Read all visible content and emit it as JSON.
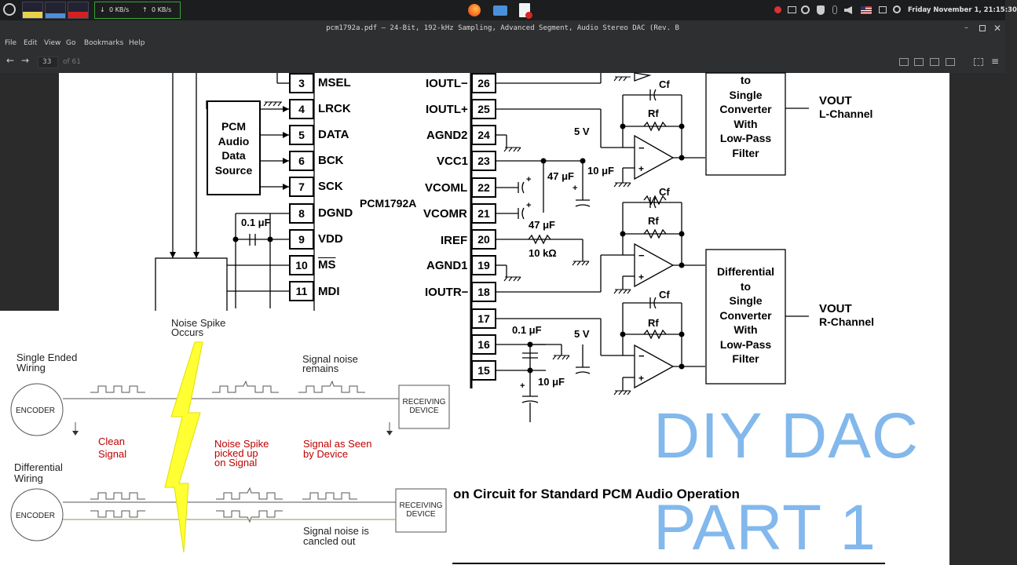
{
  "taskbar": {
    "net_down": "0 KB/s",
    "net_up": "0 KB/s",
    "clock": "Friday November 1, 21:15:30"
  },
  "window": {
    "title": "pcm1792a.pdf — 24-Bit, 192-kHz Sampling, Advanced Segment, Audio Stereo DAC (Rev. B"
  },
  "menu": [
    "File",
    "Edit",
    "View",
    "Go",
    "Bookmarks",
    "Help"
  ],
  "toolbar": {
    "page_number": "33",
    "page_total": "of 61"
  },
  "schematic": {
    "left_pins": [
      {
        "num": "3",
        "label": "MSEL"
      },
      {
        "num": "4",
        "label": "LRCK"
      },
      {
        "num": "5",
        "label": "DATA"
      },
      {
        "num": "6",
        "label": "BCK"
      },
      {
        "num": "7",
        "label": "SCK"
      },
      {
        "num": "8",
        "label": "DGND"
      },
      {
        "num": "9",
        "label": "VDD"
      },
      {
        "num": "10",
        "label": "MS"
      },
      {
        "num": "11",
        "label": "MDI"
      }
    ],
    "right_pins": [
      {
        "num": "26",
        "label": "IOUTL−"
      },
      {
        "num": "25",
        "label": "IOUTL+"
      },
      {
        "num": "24",
        "label": "AGND2"
      },
      {
        "num": "23",
        "label": "VCC1"
      },
      {
        "num": "22",
        "label": "VCOML"
      },
      {
        "num": "21",
        "label": "VCOMR"
      },
      {
        "num": "20",
        "label": "IREF"
      },
      {
        "num": "19",
        "label": "AGND1"
      },
      {
        "num": "18",
        "label": "IOUTR−"
      },
      {
        "num": "17",
        "label": ""
      },
      {
        "num": "16",
        "label": ""
      },
      {
        "num": "15",
        "label": ""
      }
    ],
    "chip_name": "PCM1792A",
    "source_box": [
      "PCM",
      "Audio",
      "Data",
      "Source"
    ],
    "cap_01_a": "0.1 μF",
    "cap_01_b": "0.1 μF",
    "cap_47_a": "47 μF",
    "cap_47_b": "47 μF",
    "cap_10_a": "10 μF",
    "cap_10_b": "10 μF",
    "res_10k": "10 kΩ",
    "v5_a": "5 V",
    "v5_b": "5 V",
    "cf": "Cf",
    "rf": "Rf",
    "conv_top": [
      "to",
      "Single",
      "Converter",
      "With",
      "Low-Pass",
      "Filter"
    ],
    "conv_bottom": [
      "Differential",
      "to",
      "Single",
      "Converter",
      "With",
      "Low-Pass",
      "Filter"
    ],
    "vout_l": "VOUT",
    "vout_l_ch": "L-Channel",
    "vout_r": "VOUT",
    "vout_r_ch": "R-Channel",
    "caption": "on Circuit for Standard PCM Audio Operation"
  },
  "overlay": {
    "noise_spike": [
      "Noise Spike",
      "Occurs"
    ],
    "single_ended": [
      "Single Ended",
      "Wiring"
    ],
    "signal_remains": [
      "Signal noise",
      "remains"
    ],
    "encoder_1": "ENCODER",
    "receiving_1": [
      "RECEIVING",
      "DEVICE"
    ],
    "clean": [
      "Clean",
      "Signal"
    ],
    "picked_up": [
      "Noise Spike",
      "picked up",
      "on Signal"
    ],
    "as_seen": [
      "Signal as Seen",
      "by Device"
    ],
    "differential": [
      "Differential",
      "Wiring"
    ],
    "encoder_2": "ENCODER",
    "receiving_2": [
      "RECEIVING",
      "DEVICE"
    ],
    "cancelled": [
      "Signal noise is",
      "cancled out"
    ]
  },
  "banner": {
    "line1": "DIY DAC",
    "line2": "PART 1"
  }
}
